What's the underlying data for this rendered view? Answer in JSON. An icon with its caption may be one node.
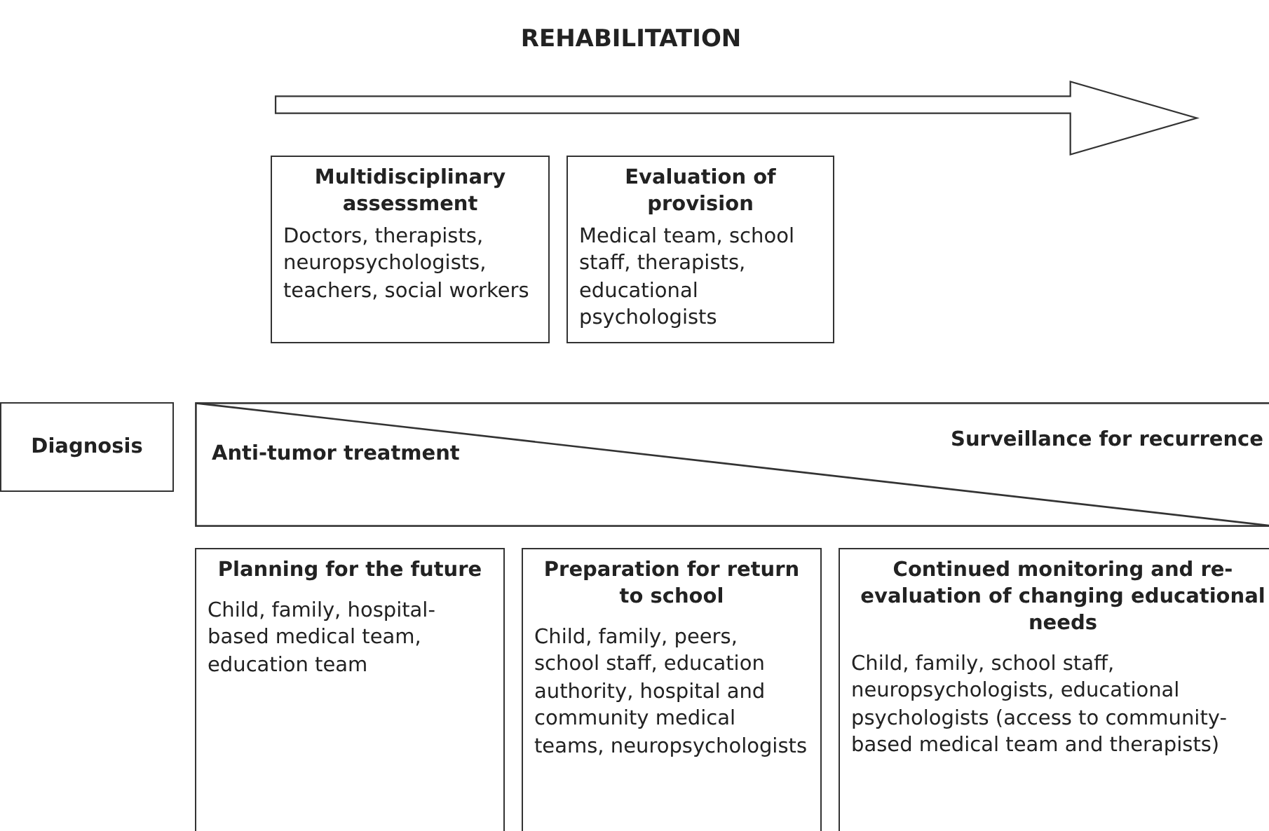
{
  "diagram": {
    "nodes": [
      {
        "text": [
          "REHABILITATION"
        ]
      },
      {
        "text": [
          "Multidisciplinary assessment",
          "Doctors, therapists, neuropsychologists, teachers, social workers"
        ]
      },
      {
        "text": [
          "Evaluation of provision",
          "Medical team, school staff, therapists, educational psychologists"
        ]
      },
      {
        "text": [
          "Diagnosis"
        ]
      },
      {
        "text": [
          "Anti-tumor treatment",
          "Surveillance for recurrence"
        ]
      },
      {
        "text": [
          "Planning for the future",
          "Child, family, hospital-based medical team, education team"
        ]
      },
      {
        "text": [
          "Preparation for return to school",
          "Child, family, peers, school staff, education authority, hospital and community medical teams, neuropsychologists"
        ]
      },
      {
        "text": [
          "Continued monitoring and re-evaluation of changing educational needs",
          "Child, family, school staff, neuropsychologists, educational psychologists (access to community-based medical team and therapists)"
        ]
      }
    ],
    "edges": []
  }
}
